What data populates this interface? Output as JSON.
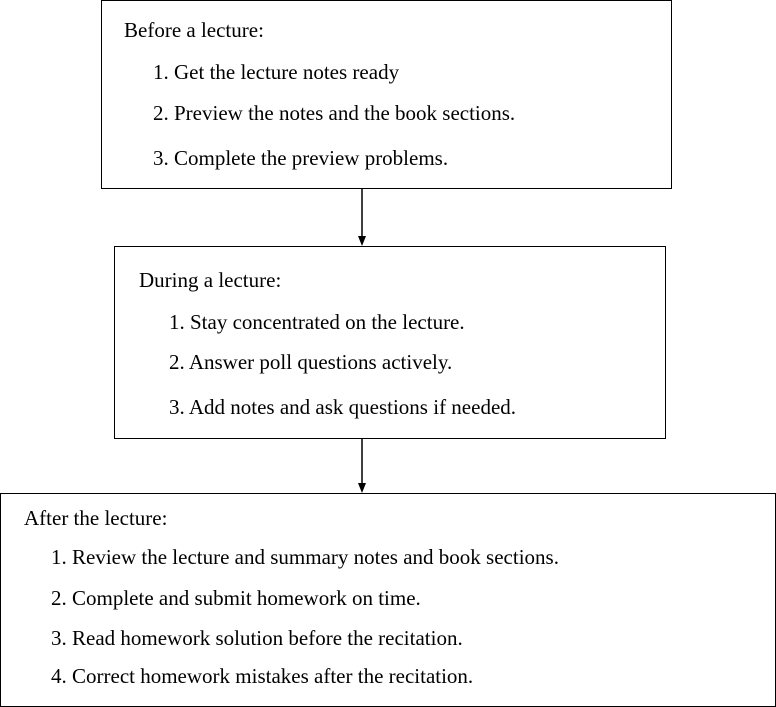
{
  "colors": {
    "stroke": "#000000",
    "background": "#ffffff",
    "text": "#000000"
  },
  "boxes": {
    "before": {
      "title": "Before a lecture:",
      "items": [
        "1. Get the lecture notes ready",
        "2. Preview the notes and the book sections.",
        "3. Complete the preview problems."
      ]
    },
    "during": {
      "title": "During a lecture:",
      "items": [
        "1. Stay concentrated on the lecture.",
        "2. Answer poll questions actively.",
        "3. Add notes and ask questions if needed."
      ]
    },
    "after": {
      "title": "After the lecture:",
      "items": [
        "1. Review the lecture and summary notes and book sections.",
        "2. Complete and submit homework on time.",
        "3. Read homework solution before the recitation.",
        "4. Correct homework mistakes after the recitation."
      ]
    }
  }
}
